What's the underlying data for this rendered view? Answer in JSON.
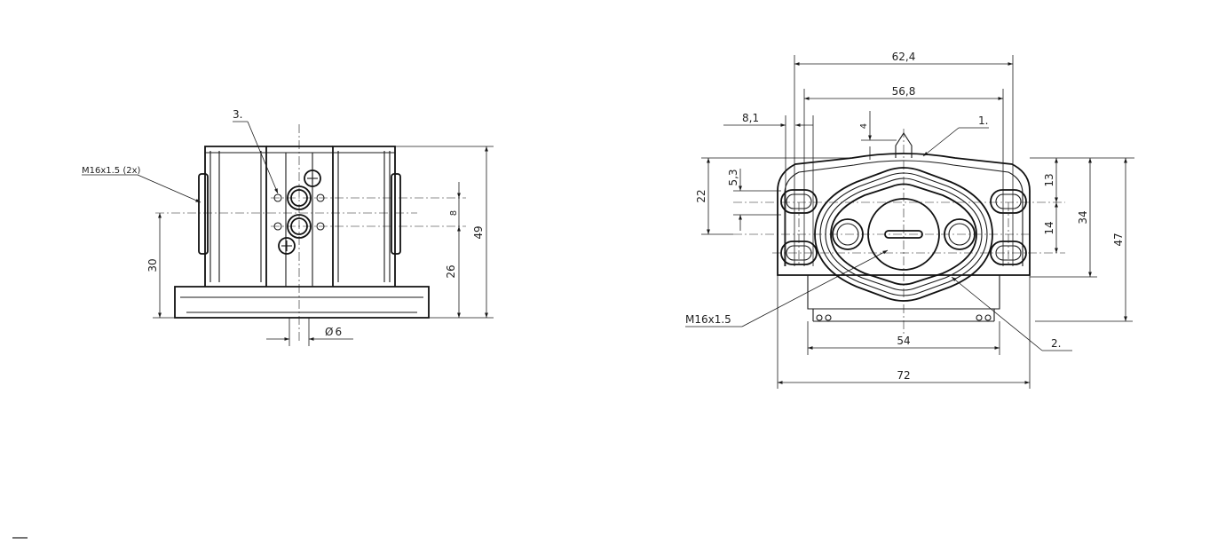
{
  "left_view": {
    "callouts": {
      "item3": "3.",
      "thread": "M16x1.5 (2x)"
    },
    "dims": {
      "height_total": "49",
      "height_30": "30",
      "height_26": "26",
      "spacing_8": "8",
      "dia": "6",
      "dia_symbol": "Ø"
    }
  },
  "right_view": {
    "callouts": {
      "item1": "1.",
      "item2": "2.",
      "thread": "M16x1.5"
    },
    "dims": {
      "w_62_4": "62,4",
      "w_56_8": "56,8",
      "w_8_1": "8,1",
      "d_4": "4",
      "d_5_3": "5,3",
      "d_22": "22",
      "d_13": "13",
      "d_14": "14",
      "d_34": "34",
      "d_47": "47",
      "w_54": "54",
      "w_72": "72"
    }
  }
}
